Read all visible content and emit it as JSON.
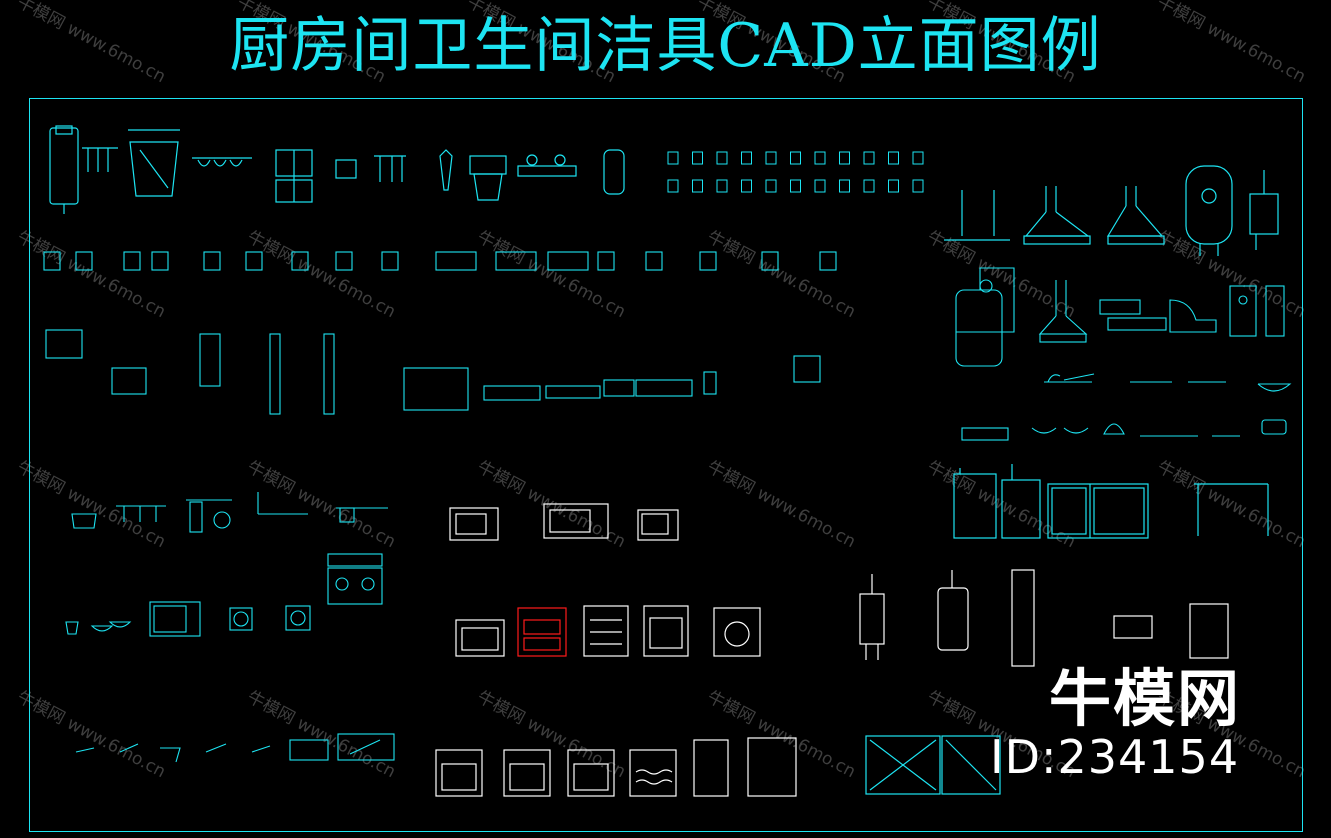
{
  "title": "厨房间卫生间洁具CAD立面图例",
  "brand": "牛模网",
  "id_label": "ID:234154",
  "watermark": {
    "brand": "牛模网",
    "url": "www.6mo.cn"
  },
  "colors": {
    "background": "#000000",
    "line": "#1de4f2",
    "white": "#ffffff",
    "highlight": "#ff1a1a"
  }
}
